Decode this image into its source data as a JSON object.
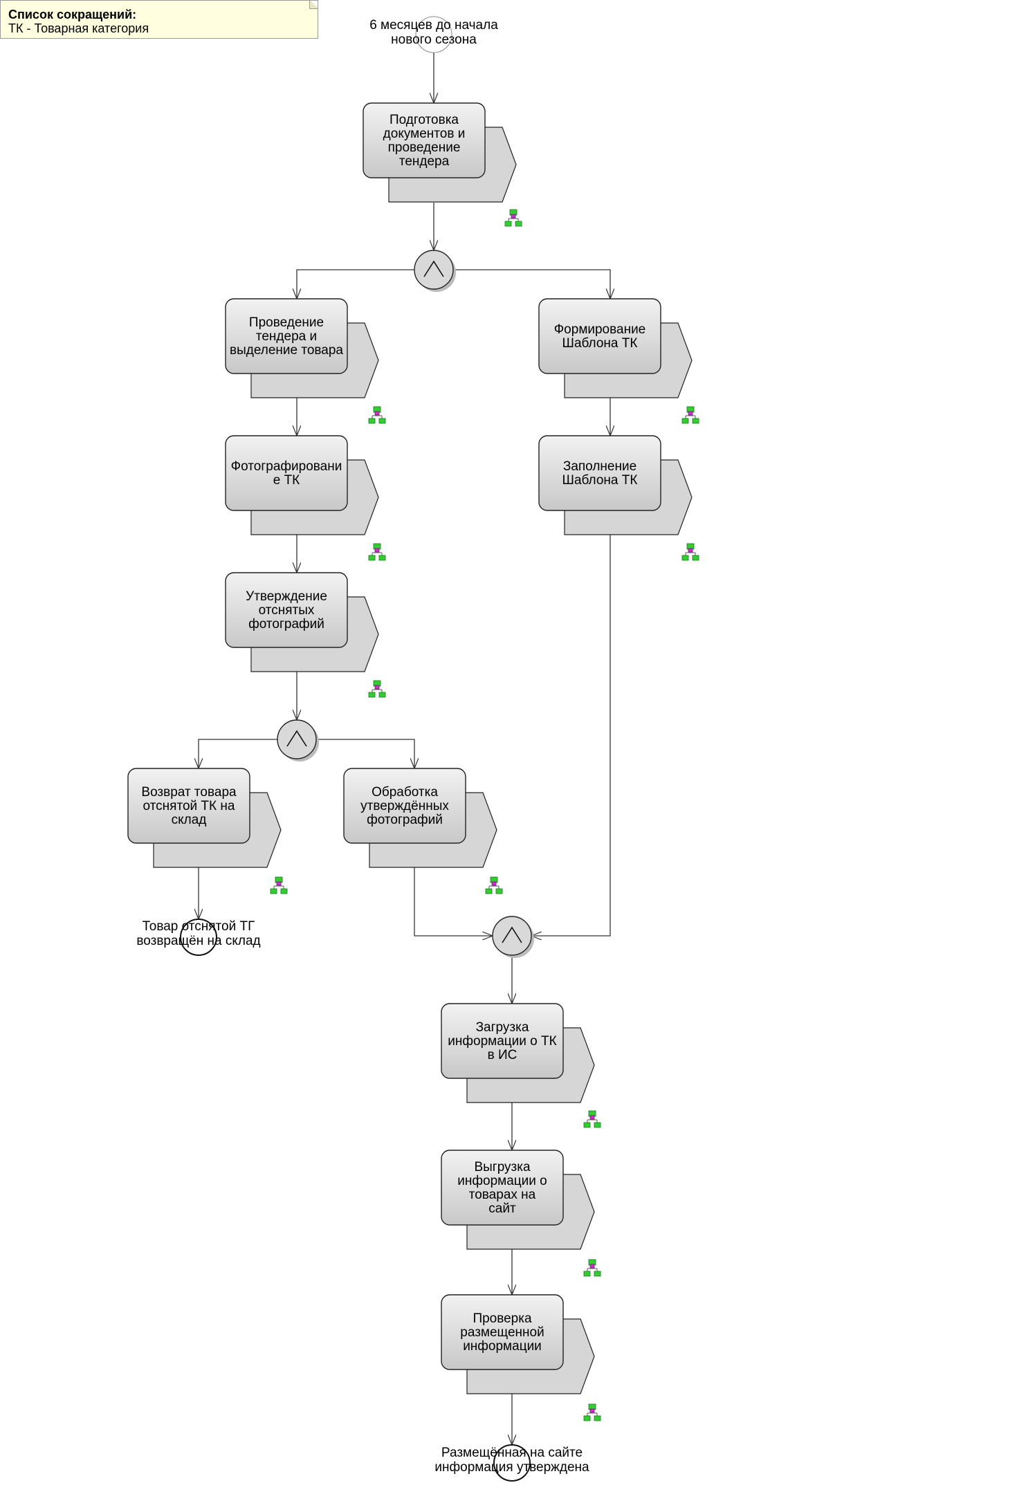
{
  "legend": {
    "title": "Список сокращений:",
    "entries": [
      "ТК - Товарная категория"
    ]
  },
  "events": [
    {
      "id": "e_start",
      "lines": [
        "6 месяцев до начала",
        "нового сезона"
      ]
    },
    {
      "id": "e_return",
      "lines": [
        "Товар отснятой ТГ",
        "возвращён на склад"
      ]
    },
    {
      "id": "e_end",
      "lines": [
        "Размещённая на сайте",
        "информация утверждена"
      ]
    }
  ],
  "functions": [
    {
      "id": "f1",
      "lines": [
        "Подготовка",
        "документов и",
        "проведение",
        "тендера"
      ]
    },
    {
      "id": "f2",
      "lines": [
        "Проведение",
        "тендера и",
        "выделение товара"
      ]
    },
    {
      "id": "f3",
      "lines": [
        "Формирование",
        "Шаблона ТК"
      ]
    },
    {
      "id": "f4",
      "lines": [
        "Фотографировани",
        "е ТК"
      ]
    },
    {
      "id": "f5",
      "lines": [
        "Заполнение",
        "Шаблона ТК"
      ]
    },
    {
      "id": "f6",
      "lines": [
        "Утверждение",
        "отснятых",
        "фотографий"
      ]
    },
    {
      "id": "f7",
      "lines": [
        "Возврат товара",
        "отснятой ТК на",
        "склад"
      ]
    },
    {
      "id": "f8",
      "lines": [
        "Обработка",
        "утверждённых",
        "фотографий"
      ]
    },
    {
      "id": "f9",
      "lines": [
        "Загрузка",
        "информации о ТК",
        "в    ИС"
      ]
    },
    {
      "id": "f10",
      "lines": [
        "Выгрузка",
        "информации о",
        "товарах на",
        "сайт"
      ]
    },
    {
      "id": "f11",
      "lines": [
        "Проверка",
        "размещенной",
        "информации"
      ]
    }
  ],
  "connectors": [
    {
      "id": "j1",
      "type": "AND",
      "symbol": "∧"
    },
    {
      "id": "j2",
      "type": "AND",
      "symbol": "∧"
    },
    {
      "id": "j3",
      "type": "AND",
      "symbol": "∧"
    }
  ],
  "colors": {
    "function_fill_top": "#f2f2f2",
    "function_fill_bottom": "#c8c8c8",
    "shadow_fill": "#d6d6d6",
    "connector_fill": "#d9d9d9",
    "line": "#333333",
    "icon_green": "#33cc33",
    "icon_magenta": "#cc33cc"
  },
  "icons": [
    "process-hierarchy-icon"
  ]
}
